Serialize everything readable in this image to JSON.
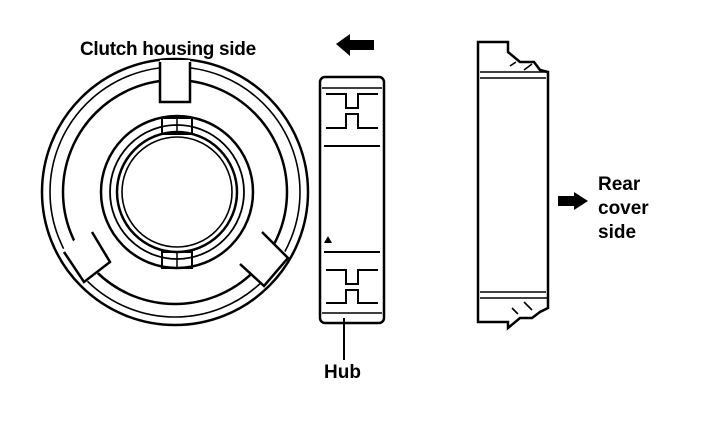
{
  "labels": {
    "clutch_housing_side": "Clutch housing side",
    "rear_cover_side": [
      "Rear",
      "cover",
      "side"
    ],
    "hub": "Hub"
  },
  "colors": {
    "ink": "#000000",
    "background": "#ffffff"
  },
  "icons": [
    "arrow-left-icon",
    "arrow-right-icon"
  ]
}
